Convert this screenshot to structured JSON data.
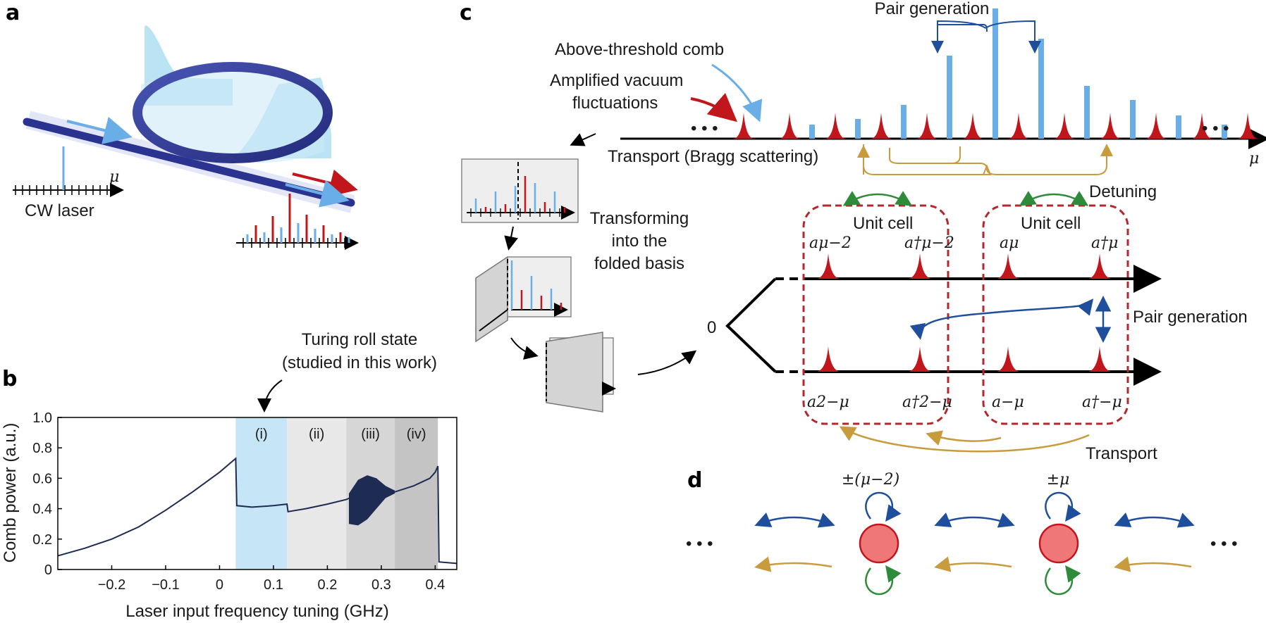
{
  "panels": {
    "a": "a",
    "b": "b",
    "c": "c",
    "d": "d"
  },
  "panel_a": {
    "laser_label": "CW laser",
    "mu_symbol": "μ"
  },
  "panel_c": {
    "pair_generation_top": "Pair generation",
    "above_threshold_comb": "Above-threshold comb",
    "amplified_vacuum_line1": "Amplified vacuum",
    "amplified_vacuum_line2": "fluctuations",
    "transport_bragg": "Transport (Bragg scattering)",
    "mu_axis": "μ",
    "ellipsis": "• • •",
    "transform_line1": "Transforming",
    "transform_line2": "into the",
    "transform_line3": "folded basis",
    "detuning": "Detuning",
    "unit_cell_left": "Unit cell",
    "unit_cell_right": "Unit cell",
    "zero": "0",
    "pair_generation_right": "Pair generation",
    "transport_bottom": "Transport",
    "mode_labels_top": [
      "aμ−2",
      "a†μ−2",
      "aμ",
      "a†μ"
    ],
    "mode_labels_bottom": [
      "a2−μ",
      "a†2−μ",
      "a−μ",
      "a†−μ"
    ],
    "colors": {
      "red_mode": "#c0161c",
      "blue_comb": "#6aaee8",
      "dashed_cell": "#b3272d",
      "green_arrow": "#2e8b3a",
      "blue_arrow": "#1f4e9c",
      "gold_arrow": "#c89b3c"
    }
  },
  "panel_d": {
    "site_left_label": "±(μ−2)",
    "site_right_label": "±μ",
    "ellipsis": "• • •",
    "node_fill": "#ef7777",
    "node_stroke": "#c0161c"
  },
  "chart_data": {
    "type": "line",
    "ylabel": "Comb power (a.u.)",
    "xlabel": "Laser input frequency tuning (GHz)",
    "xlim": [
      -0.3,
      0.44
    ],
    "ylim": [
      0,
      1.0
    ],
    "x_ticks": [
      -0.2,
      -0.1,
      0,
      0.1,
      0.2,
      0.3,
      0.4
    ],
    "x_tick_labels": [
      "−0.2",
      "−0.1",
      "0",
      "0.1",
      "0.2",
      "0.3",
      "0.4"
    ],
    "y_ticks": [
      0,
      0.2,
      0.4,
      0.6,
      0.8,
      1.0
    ],
    "y_tick_labels": [
      "0",
      "0.2",
      "0.4",
      "0.6",
      "0.8",
      "1.0"
    ],
    "annotation_line1": "Turing roll state",
    "annotation_line2": "(studied in this work)",
    "regions": [
      {
        "label": "(i)",
        "x0": 0.03,
        "x1": 0.125,
        "color": "#c6e6f7"
      },
      {
        "label": "(ii)",
        "x0": 0.125,
        "x1": 0.235,
        "color": "#e8e8e8"
      },
      {
        "label": "(iii)",
        "x0": 0.235,
        "x1": 0.325,
        "color": "#d6d6d6"
      },
      {
        "label": "(iv)",
        "x0": 0.325,
        "x1": 0.405,
        "color": "#c4c4c4"
      }
    ],
    "series": [
      {
        "color": "#1e2b52",
        "x": [
          -0.3,
          -0.25,
          -0.2,
          -0.15,
          -0.1,
          -0.05,
          0.0,
          0.03,
          0.032,
          0.06,
          0.1,
          0.125,
          0.127,
          0.16,
          0.2,
          0.235,
          0.26,
          0.3,
          0.325,
          0.36,
          0.39,
          0.4,
          0.405,
          0.407,
          0.44
        ],
        "y": [
          0.09,
          0.14,
          0.2,
          0.28,
          0.39,
          0.51,
          0.64,
          0.73,
          0.42,
          0.41,
          0.42,
          0.43,
          0.38,
          0.4,
          0.43,
          0.46,
          0.5,
          0.51,
          0.51,
          0.55,
          0.6,
          0.64,
          0.68,
          0.05,
          0.04
        ]
      }
    ],
    "oscillation_band": {
      "x0": 0.24,
      "x1": 0.325,
      "y_low": [
        0.3,
        0.29,
        0.33,
        0.4,
        0.47,
        0.5
      ],
      "y_high": [
        0.5,
        0.59,
        0.62,
        0.6,
        0.55,
        0.52
      ],
      "color": "#1e2b52"
    }
  }
}
